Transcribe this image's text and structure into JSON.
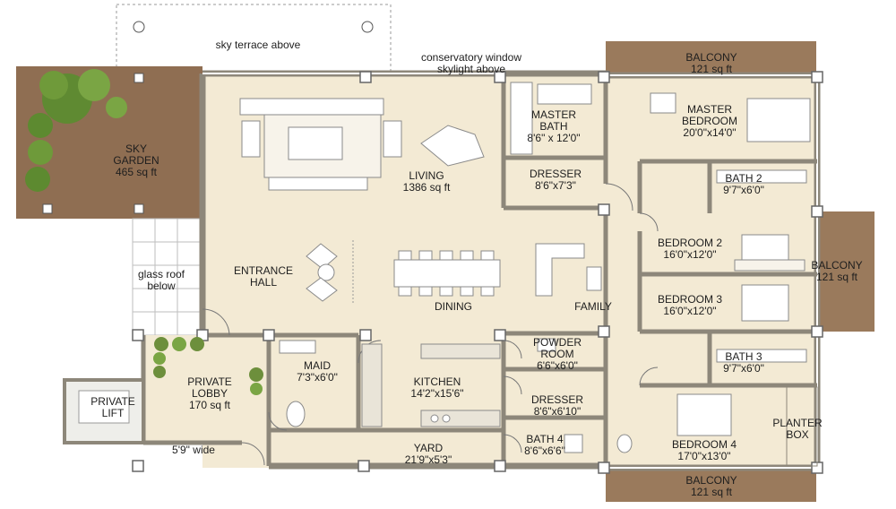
{
  "colors": {
    "floor": "#f3ead4",
    "floor_dark": "#e6d8b9",
    "wall": "#c9c3b4",
    "wall_line": "#8d877a",
    "balcony": "#9a7a5c",
    "garden": "#8f6e52",
    "glass": "#ffffff",
    "lift": "#eeeeea",
    "furniture": "#ffffff",
    "furniture_line": "#8a8a8a",
    "plant": "#6d8f3c"
  },
  "rooms": {
    "sky_terrace": "sky terrace above",
    "conservatory": [
      "conservatory window",
      "skylight above"
    ],
    "sky_garden": {
      "title": [
        "SKY",
        "GARDEN"
      ],
      "area": "465 sq ft"
    },
    "balcony_top": {
      "title": "BALCONY",
      "area": "121 sq ft"
    },
    "balcony_right": {
      "title": "BALCONY",
      "area": "121 sq ft"
    },
    "balcony_bottom": {
      "title": "BALCONY",
      "area": "121 sq ft"
    },
    "master_bath": {
      "title": [
        "MASTER",
        "BATH"
      ],
      "area": "8'6\" x 12'0\""
    },
    "dresser_1": {
      "title": "DRESSER",
      "area": "8'6\"x7'3\""
    },
    "master_bedroom": {
      "title": [
        "MASTER",
        "BEDROOM"
      ],
      "area": "20'0\"x14'0\""
    },
    "living": {
      "title": "LIVING",
      "area": "1386 sq ft"
    },
    "bath_2": {
      "title": "BATH 2",
      "area": "9'7\"x6'0\""
    },
    "bedroom_2": {
      "title": "BEDROOM 2",
      "area": "16'0\"x12'0\""
    },
    "bedroom_3": {
      "title": "BEDROOM 3",
      "area": "16'0\"x12'0\""
    },
    "entrance_hall": {
      "title": [
        "ENTRANCE",
        "HALL"
      ]
    },
    "dining": {
      "title": "DINING"
    },
    "family": {
      "title": "FAMILY"
    },
    "glass_roof": [
      "glass roof",
      "below"
    ],
    "powder_room": {
      "title": [
        "POWDER",
        "ROOM"
      ],
      "area": "6'6\"x6'0\""
    },
    "bath_3": {
      "title": "BATH 3",
      "area": "9'7\"x6'0\""
    },
    "maid": {
      "title": "MAID",
      "area": "7'3\"x6'0\""
    },
    "kitchen": {
      "title": "KITCHEN",
      "area": "14'2\"x15'6\""
    },
    "private_lobby": {
      "title": [
        "PRIVATE",
        "LOBBY"
      ],
      "area": "170 sq ft"
    },
    "private_lift": {
      "title": [
        "PRIVATE",
        "LIFT"
      ]
    },
    "dresser_2": {
      "title": "DRESSER",
      "area": "8'6\"x6'10\""
    },
    "bath_4": {
      "title": "BATH 4",
      "area": "8'6\"x6'6\""
    },
    "bedroom_4": {
      "title": "BEDROOM 4",
      "area": "17'0\"x13'0\""
    },
    "planter_box": {
      "title": [
        "PLANTER",
        "BOX"
      ]
    },
    "yard": {
      "title": "YARD",
      "area": "21'9\"x5'3\""
    },
    "corridor_width": "5'9\" wide"
  }
}
